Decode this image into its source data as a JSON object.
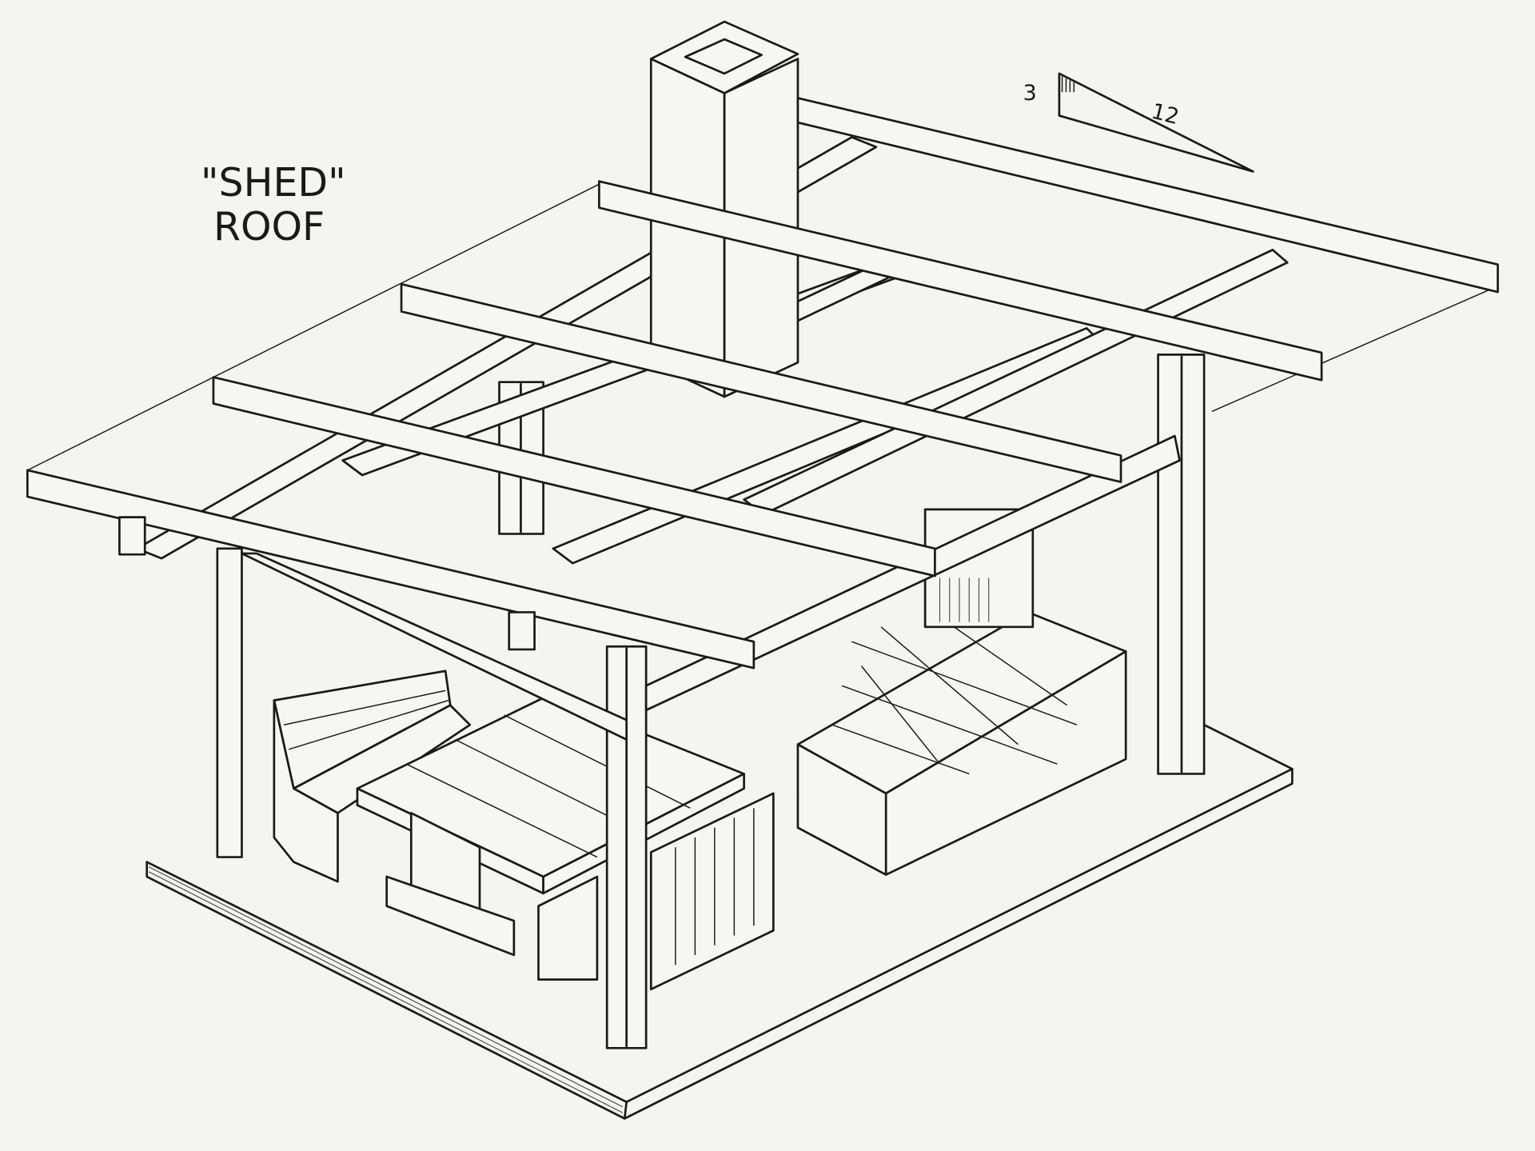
{
  "title": {
    "line1": "\"SHED\"",
    "line2": "ROOF"
  },
  "pitch": {
    "rise": "3",
    "run": "12"
  }
}
